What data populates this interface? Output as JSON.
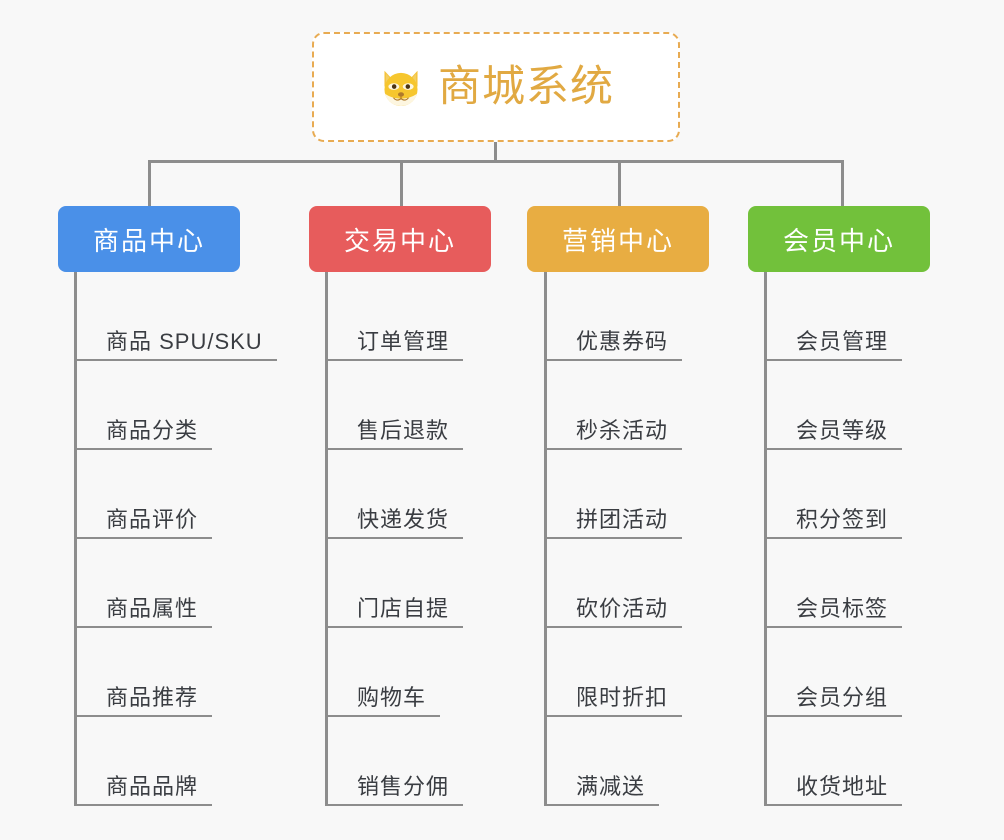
{
  "diagram": {
    "title": "商城系统",
    "background_color": "#f8f8f8",
    "line_color": "#8d8d8d",
    "root": {
      "label": "商城系统",
      "icon": "shiba-dog-face-icon",
      "text_color": "#e1a942",
      "border_color": "#e8ab52",
      "fill_color": "#ffffff"
    },
    "branches": [
      {
        "label": "商品中心",
        "color": "#4a90e8",
        "items": [
          "商品 SPU/SKU",
          "商品分类",
          "商品评价",
          "商品属性",
          "商品推荐",
          "商品品牌"
        ]
      },
      {
        "label": "交易中心",
        "color": "#e75c5c",
        "items": [
          "订单管理",
          "售后退款",
          "快递发货",
          "门店自提",
          "购物车",
          "销售分佣"
        ]
      },
      {
        "label": "营销中心",
        "color": "#e8ad42",
        "items": [
          "优惠券码",
          "秒杀活动",
          "拼团活动",
          "砍价活动",
          "限时折扣",
          "满减送"
        ]
      },
      {
        "label": "会员中心",
        "color": "#72c13b",
        "items": [
          "会员管理",
          "会员等级",
          "积分签到",
          "会员标签",
          "会员分组",
          "收货地址"
        ]
      }
    ]
  }
}
